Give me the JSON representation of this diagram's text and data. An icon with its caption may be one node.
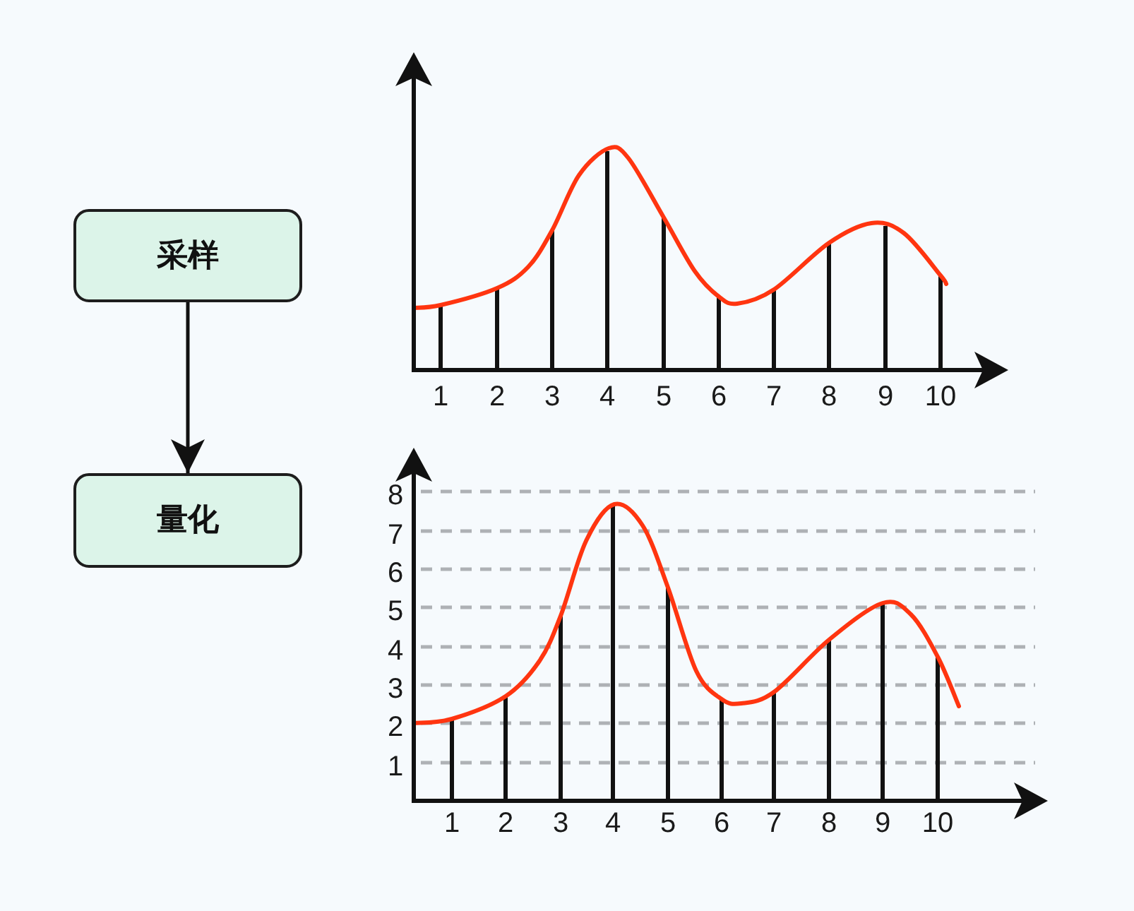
{
  "diagram": {
    "nodes": [
      {
        "text": [
          "采样"
        ]
      },
      {
        "text": [
          "量化"
        ]
      }
    ],
    "edges": [
      {
        "from": 0,
        "to": 1,
        "arrow": "to"
      }
    ],
    "labels": [
      "1",
      "2",
      "3",
      "4",
      "5",
      "6",
      "7",
      "8",
      "9",
      "10",
      "8",
      "7",
      "6",
      "5",
      "4",
      "3",
      "2",
      "1",
      "1",
      "2",
      "3",
      "4",
      "5",
      "6",
      "7",
      "8",
      "9",
      "10"
    ]
  }
}
